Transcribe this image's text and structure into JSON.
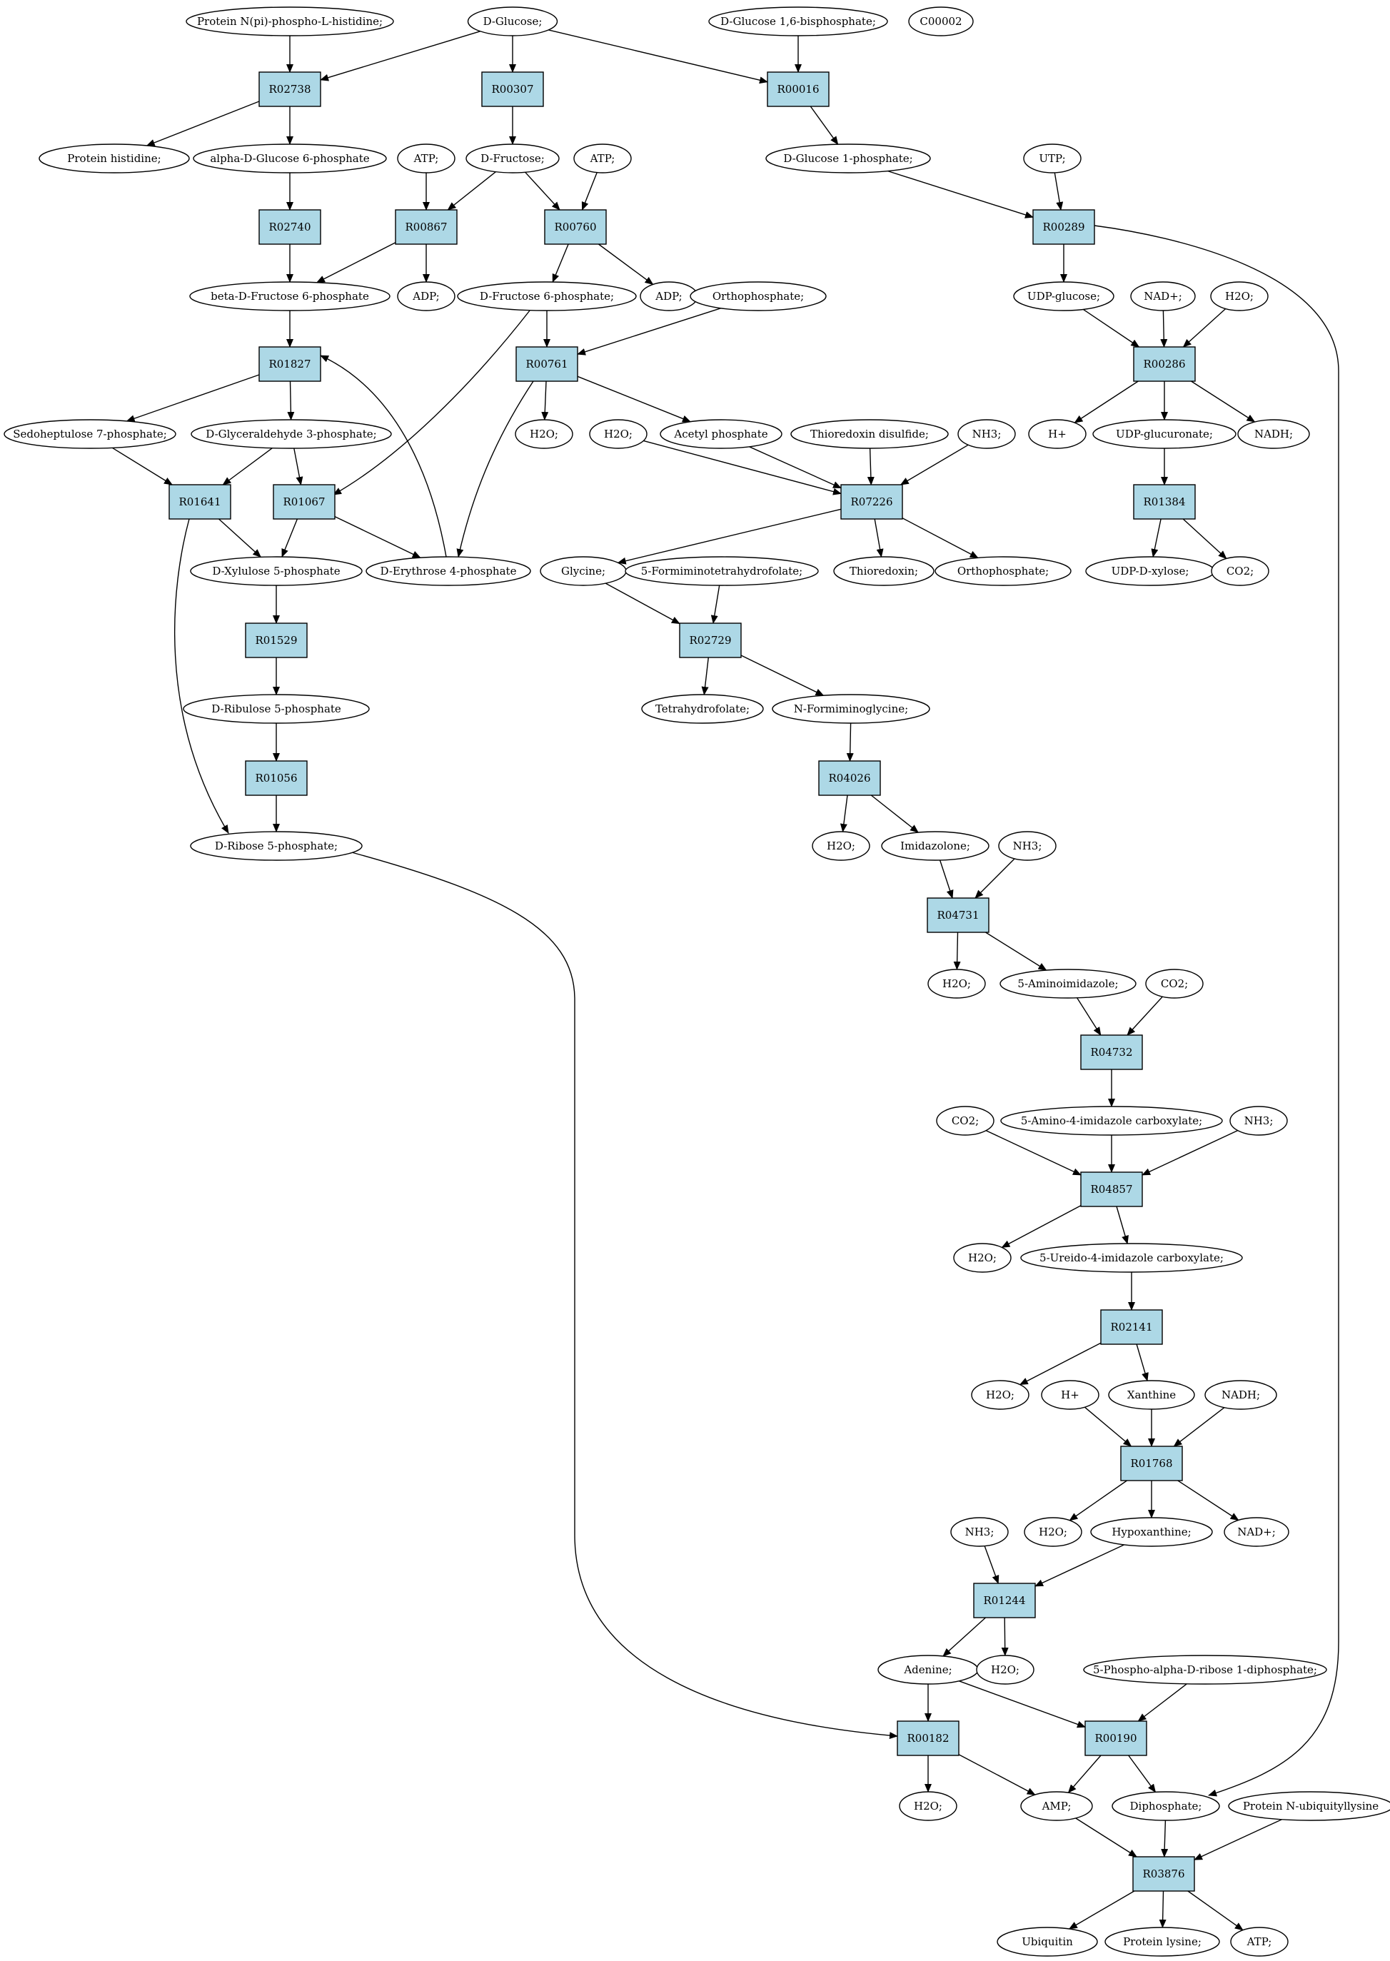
{
  "colors": {
    "compound": "#ffffff",
    "reaction": "#add8e6",
    "start": "#00ff00",
    "highlight": "#ffff00",
    "line": "#000000"
  },
  "nodes": {
    "n_pnpph": {
      "label": "Protein N(pi)-phospho-L-histidine;",
      "kind": "compound"
    },
    "n_dglc": {
      "label": "D-Glucose;",
      "kind": "start"
    },
    "n_dglc16bp": {
      "label": "D-Glucose 1,6-bisphosphate;",
      "kind": "compound"
    },
    "n_c00002": {
      "label": "C00002",
      "kind": "highlight"
    },
    "r02738": {
      "label": "R02738",
      "kind": "reaction"
    },
    "r00307": {
      "label": "R00307",
      "kind": "reaction"
    },
    "r00016": {
      "label": "R00016",
      "kind": "reaction"
    },
    "n_prothis": {
      "label": "Protein histidine;",
      "kind": "compound"
    },
    "n_adg6p": {
      "label": "alpha-D-Glucose 6-phosphate",
      "kind": "compound"
    },
    "n_atp1": {
      "label": "ATP;",
      "kind": "compound"
    },
    "n_dfru": {
      "label": "D-Fructose;",
      "kind": "compound"
    },
    "n_atp2": {
      "label": "ATP;",
      "kind": "compound"
    },
    "n_dg1p": {
      "label": "D-Glucose 1-phosphate;",
      "kind": "compound"
    },
    "n_utp": {
      "label": "UTP;",
      "kind": "compound"
    },
    "r02740": {
      "label": "R02740",
      "kind": "reaction"
    },
    "r00867": {
      "label": "R00867",
      "kind": "reaction"
    },
    "r00760": {
      "label": "R00760",
      "kind": "reaction"
    },
    "r00289": {
      "label": "R00289",
      "kind": "reaction"
    },
    "n_bdf6p": {
      "label": "beta-D-Fructose 6-phosphate",
      "kind": "compound"
    },
    "n_adp1": {
      "label": "ADP;",
      "kind": "compound"
    },
    "n_df6p": {
      "label": "D-Fructose 6-phosphate;",
      "kind": "compound"
    },
    "n_adp2": {
      "label": "ADP;",
      "kind": "compound"
    },
    "n_ortho1": {
      "label": "Orthophosphate;",
      "kind": "compound"
    },
    "n_udpglc": {
      "label": "UDP-glucose;",
      "kind": "compound"
    },
    "n_nadp1": {
      "label": "NAD+;",
      "kind": "compound"
    },
    "n_h2o_a": {
      "label": "H2O;",
      "kind": "compound"
    },
    "r01827": {
      "label": "R01827",
      "kind": "reaction"
    },
    "r00761": {
      "label": "R00761",
      "kind": "reaction"
    },
    "r00286": {
      "label": "R00286",
      "kind": "reaction"
    },
    "n_s7p": {
      "label": "Sedoheptulose 7-phosphate;",
      "kind": "compound"
    },
    "n_g3p": {
      "label": "D-Glyceraldehyde 3-phosphate;",
      "kind": "compound"
    },
    "n_h2o_b": {
      "label": "H2O;",
      "kind": "compound"
    },
    "n_h2o_c": {
      "label": "H2O;",
      "kind": "compound"
    },
    "n_acp": {
      "label": "Acetyl phosphate",
      "kind": "compound"
    },
    "n_trxss": {
      "label": "Thioredoxin disulfide;",
      "kind": "compound"
    },
    "n_nh3_a": {
      "label": "NH3;",
      "kind": "compound"
    },
    "n_hplus1": {
      "label": "H+",
      "kind": "compound"
    },
    "n_udpgluc": {
      "label": "UDP-glucuronate;",
      "kind": "compound"
    },
    "n_nadh1": {
      "label": "NADH;",
      "kind": "compound"
    },
    "r01641": {
      "label": "R01641",
      "kind": "reaction"
    },
    "r01067": {
      "label": "R01067",
      "kind": "reaction"
    },
    "r07226": {
      "label": "R07226",
      "kind": "reaction"
    },
    "r01384": {
      "label": "R01384",
      "kind": "reaction"
    },
    "n_x5p": {
      "label": "D-Xylulose 5-phosphate",
      "kind": "compound"
    },
    "n_e4p": {
      "label": "D-Erythrose 4-phosphate",
      "kind": "compound"
    },
    "n_gly": {
      "label": "Glycine;",
      "kind": "compound"
    },
    "n_fthf": {
      "label": "5-Formiminotetrahydrofolate;",
      "kind": "compound"
    },
    "n_trx": {
      "label": "Thioredoxin;",
      "kind": "compound"
    },
    "n_ortho2": {
      "label": "Orthophosphate;",
      "kind": "compound"
    },
    "n_udpxyl": {
      "label": "UDP-D-xylose;",
      "kind": "compound"
    },
    "n_co2_a": {
      "label": "CO2;",
      "kind": "compound"
    },
    "r01529": {
      "label": "R01529",
      "kind": "reaction"
    },
    "r02729": {
      "label": "R02729",
      "kind": "reaction"
    },
    "n_ru5p": {
      "label": "D-Ribulose 5-phosphate",
      "kind": "compound"
    },
    "n_thf": {
      "label": "Tetrahydrofolate;",
      "kind": "compound"
    },
    "n_nfgly": {
      "label": "N-Formiminoglycine;",
      "kind": "compound"
    },
    "r01056": {
      "label": "R01056",
      "kind": "reaction"
    },
    "r04026": {
      "label": "R04026",
      "kind": "reaction"
    },
    "n_r5p": {
      "label": "D-Ribose 5-phosphate;",
      "kind": "compound"
    },
    "n_h2o_d": {
      "label": "H2O;",
      "kind": "compound"
    },
    "n_imid": {
      "label": "Imidazolone;",
      "kind": "compound"
    },
    "n_nh3_b": {
      "label": "NH3;",
      "kind": "compound"
    },
    "r04731": {
      "label": "R04731",
      "kind": "reaction"
    },
    "n_h2o_e": {
      "label": "H2O;",
      "kind": "compound"
    },
    "n_5ai": {
      "label": "5-Aminoimidazole;",
      "kind": "compound"
    },
    "n_co2_b": {
      "label": "CO2;",
      "kind": "compound"
    },
    "r04732": {
      "label": "R04732",
      "kind": "reaction"
    },
    "n_co2_c": {
      "label": "CO2;",
      "kind": "compound"
    },
    "n_5a4ic": {
      "label": "5-Amino-4-imidazole carboxylate;",
      "kind": "compound"
    },
    "n_nh3_c": {
      "label": "NH3;",
      "kind": "compound"
    },
    "r04857": {
      "label": "R04857",
      "kind": "reaction"
    },
    "n_h2o_f": {
      "label": "H2O;",
      "kind": "compound"
    },
    "n_5u4ic": {
      "label": "5-Ureido-4-imidazole carboxylate;",
      "kind": "compound"
    },
    "r02141": {
      "label": "R02141",
      "kind": "reaction"
    },
    "n_h2o_g": {
      "label": "H2O;",
      "kind": "compound"
    },
    "n_hplus2": {
      "label": "H+",
      "kind": "compound"
    },
    "n_xan": {
      "label": "Xanthine",
      "kind": "compound"
    },
    "n_nadh2": {
      "label": "NADH;",
      "kind": "compound"
    },
    "r01768": {
      "label": "R01768",
      "kind": "reaction"
    },
    "n_nh3_d": {
      "label": "NH3;",
      "kind": "compound"
    },
    "n_h2o_h": {
      "label": "H2O;",
      "kind": "compound"
    },
    "n_hypx": {
      "label": "Hypoxanthine;",
      "kind": "compound"
    },
    "n_nadp2": {
      "label": "NAD+;",
      "kind": "compound"
    },
    "r01244": {
      "label": "R01244",
      "kind": "reaction"
    },
    "n_ade": {
      "label": "Adenine;",
      "kind": "compound"
    },
    "n_h2o_i": {
      "label": "H2O;",
      "kind": "compound"
    },
    "n_prpp": {
      "label": "5-Phospho-alpha-D-ribose 1-diphosphate;",
      "kind": "compound"
    },
    "r00182": {
      "label": "R00182",
      "kind": "reaction"
    },
    "r00190": {
      "label": "R00190",
      "kind": "reaction"
    },
    "n_h2o_j": {
      "label": "H2O;",
      "kind": "compound"
    },
    "n_amp": {
      "label": "AMP;",
      "kind": "compound"
    },
    "n_ppi": {
      "label": "Diphosphate;",
      "kind": "compound"
    },
    "n_pnubl": {
      "label": "Protein N-ubiquityllysine",
      "kind": "compound"
    },
    "r03876": {
      "label": "R03876",
      "kind": "reaction"
    },
    "n_ubq": {
      "label": "Ubiquitin",
      "kind": "compound"
    },
    "n_plys": {
      "label": "Protein lysine;",
      "kind": "compound"
    },
    "n_atp3": {
      "label": "ATP;",
      "kind": "compound"
    }
  },
  "edges": [
    [
      "n_pnpph",
      "r02738"
    ],
    [
      "n_dglc",
      "r02738"
    ],
    [
      "n_dglc",
      "r00307"
    ],
    [
      "n_dglc",
      "r00016"
    ],
    [
      "n_dglc16bp",
      "r00016"
    ],
    [
      "r02738",
      "n_prothis"
    ],
    [
      "r02738",
      "n_adg6p"
    ],
    [
      "r00307",
      "n_dfru"
    ],
    [
      "r00016",
      "n_dg1p"
    ],
    [
      "n_adg6p",
      "r02740"
    ],
    [
      "n_atp1",
      "r00867"
    ],
    [
      "n_dfru",
      "r00867"
    ],
    [
      "n_dfru",
      "r00760"
    ],
    [
      "n_atp2",
      "r00760"
    ],
    [
      "n_dg1p",
      "r00289"
    ],
    [
      "n_utp",
      "r00289"
    ],
    [
      "r02740",
      "n_bdf6p"
    ],
    [
      "r00867",
      "n_bdf6p"
    ],
    [
      "r00867",
      "n_adp1"
    ],
    [
      "r00760",
      "n_df6p"
    ],
    [
      "r00760",
      "n_adp2"
    ],
    [
      "r00289",
      "n_udpglc"
    ],
    [
      "n_bdf6p",
      "r01827"
    ],
    [
      "n_df6p",
      "r00761"
    ],
    [
      "n_ortho1",
      "r00761"
    ],
    [
      "n_udpglc",
      "r00286"
    ],
    [
      "n_nadp1",
      "r00286"
    ],
    [
      "n_h2o_a",
      "r00286"
    ],
    [
      "r01827",
      "n_s7p"
    ],
    [
      "r01827",
      "n_g3p"
    ],
    [
      "r00761",
      "n_h2o_b"
    ],
    [
      "r00761",
      "n_acp"
    ],
    [
      "r00286",
      "n_hplus1"
    ],
    [
      "r00286",
      "n_udpgluc"
    ],
    [
      "r00286",
      "n_nadh1"
    ],
    [
      "n_s7p",
      "r01641"
    ],
    [
      "n_g3p",
      "r01641"
    ],
    [
      "n_g3p",
      "r01067"
    ],
    [
      "n_df6p",
      "r01067"
    ],
    [
      "n_h2o_c",
      "r07226"
    ],
    [
      "n_acp",
      "r07226"
    ],
    [
      "n_trxss",
      "r07226"
    ],
    [
      "n_nh3_a",
      "r07226"
    ],
    [
      "n_udpgluc",
      "r01384"
    ],
    [
      "r01641",
      "n_x5p"
    ],
    [
      "r01067",
      "n_x5p"
    ],
    [
      "r01067",
      "n_e4p"
    ],
    [
      "r00761",
      "n_e4p"
    ],
    [
      "n_e4p",
      "r01827"
    ],
    [
      "r07226",
      "n_gly"
    ],
    [
      "r07226",
      "n_trx"
    ],
    [
      "r07226",
      "n_ortho2"
    ],
    [
      "r01384",
      "n_udpxyl"
    ],
    [
      "r01384",
      "n_co2_a"
    ],
    [
      "n_x5p",
      "r01529"
    ],
    [
      "n_gly",
      "r02729"
    ],
    [
      "n_fthf",
      "r02729"
    ],
    [
      "r01529",
      "n_ru5p"
    ],
    [
      "r02729",
      "n_thf"
    ],
    [
      "r02729",
      "n_nfgly"
    ],
    [
      "n_ru5p",
      "r01056"
    ],
    [
      "n_nfgly",
      "r04026"
    ],
    [
      "r01056",
      "n_r5p"
    ],
    [
      "r01641",
      "n_r5p"
    ],
    [
      "r04026",
      "n_h2o_d"
    ],
    [
      "r04026",
      "n_imid"
    ],
    [
      "n_imid",
      "r04731"
    ],
    [
      "n_nh3_b",
      "r04731"
    ],
    [
      "r04731",
      "n_h2o_e"
    ],
    [
      "r04731",
      "n_5ai"
    ],
    [
      "n_5ai",
      "r04732"
    ],
    [
      "n_co2_b",
      "r04732"
    ],
    [
      "r04732",
      "n_5a4ic"
    ],
    [
      "n_co2_c",
      "r04857"
    ],
    [
      "n_5a4ic",
      "r04857"
    ],
    [
      "n_nh3_c",
      "r04857"
    ],
    [
      "r04857",
      "n_h2o_f"
    ],
    [
      "r04857",
      "n_5u4ic"
    ],
    [
      "n_5u4ic",
      "r02141"
    ],
    [
      "r02141",
      "n_h2o_g"
    ],
    [
      "r02141",
      "n_xan"
    ],
    [
      "n_hplus2",
      "r01768"
    ],
    [
      "n_xan",
      "r01768"
    ],
    [
      "n_nadh2",
      "r01768"
    ],
    [
      "r01768",
      "n_h2o_h"
    ],
    [
      "r01768",
      "n_hypx"
    ],
    [
      "r01768",
      "n_nadp2"
    ],
    [
      "n_nh3_d",
      "r01244"
    ],
    [
      "n_hypx",
      "r01244"
    ],
    [
      "r01244",
      "n_ade"
    ],
    [
      "r01244",
      "n_h2o_i"
    ],
    [
      "n_ade",
      "r00182"
    ],
    [
      "n_r5p",
      "r00182"
    ],
    [
      "n_ade",
      "r00190"
    ],
    [
      "n_prpp",
      "r00190"
    ],
    [
      "r00182",
      "n_h2o_j"
    ],
    [
      "r00182",
      "n_amp"
    ],
    [
      "r00190",
      "n_amp"
    ],
    [
      "r00190",
      "n_ppi"
    ],
    [
      "r00289",
      "n_ppi"
    ],
    [
      "n_amp",
      "r03876"
    ],
    [
      "n_ppi",
      "r03876"
    ],
    [
      "n_pnubl",
      "r03876"
    ],
    [
      "r03876",
      "n_ubq"
    ],
    [
      "r03876",
      "n_plys"
    ],
    [
      "r03876",
      "n_atp3"
    ]
  ]
}
